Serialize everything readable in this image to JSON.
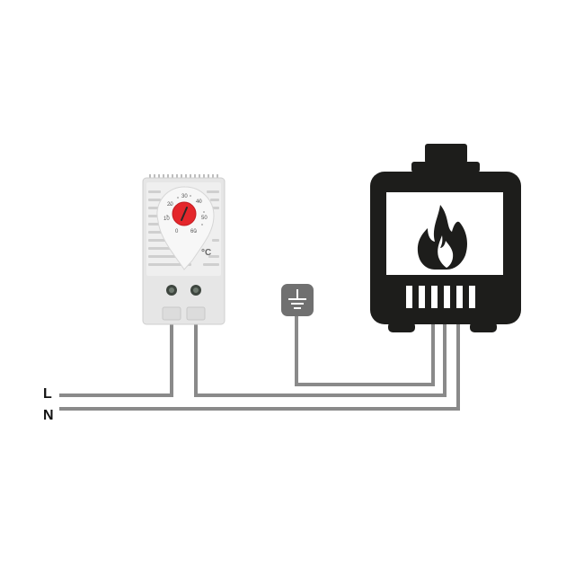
{
  "lines": {
    "L": "L",
    "N": "N"
  },
  "thermostat": {
    "scale": [
      "10",
      "20",
      "30",
      "40",
      "50",
      "60",
      "0"
    ],
    "unit": "°C"
  },
  "icons": {
    "ground": "ground-symbol-icon",
    "boiler": "boiler-icon",
    "flame": "flame-icon"
  },
  "colors": {
    "wire": "#8a8a8a",
    "housing": "#e6e6e6",
    "knob": "#e4262b",
    "boiler": "#1d1d1b",
    "ground_badge": "#707070"
  }
}
